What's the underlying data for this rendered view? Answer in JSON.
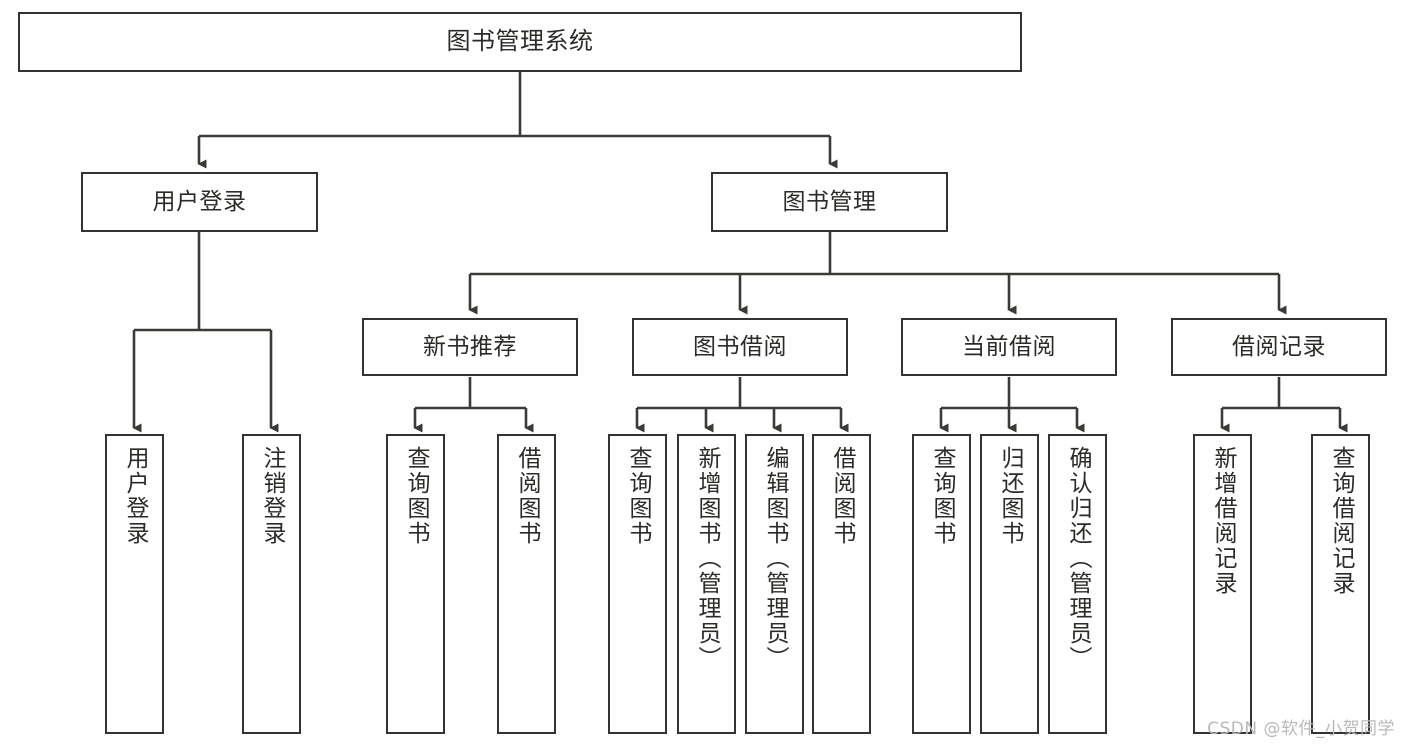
{
  "diagram": {
    "type": "tree-hierarchy-chart",
    "title": "图书管理系统",
    "watermark": "CSDN @软件_小贺同学",
    "colors": {
      "box_border": "#33332f",
      "box_fill": "#ffffff",
      "text": "#2b2b28",
      "connector": "#3a3a37",
      "watermark": "#b9b9b9"
    },
    "nodes": {
      "root": {
        "label": "图书管理系统"
      },
      "level2": [
        {
          "label": "用户登录"
        },
        {
          "label": "图书管理"
        }
      ],
      "level3": [
        {
          "label": "新书推荐"
        },
        {
          "label": "图书借阅"
        },
        {
          "label": "当前借阅"
        },
        {
          "label": "借阅记录"
        }
      ],
      "leaves": {
        "user_login": [
          {
            "label": "用户登录"
          },
          {
            "label": "注销登录"
          }
        ],
        "new_book_recommend": [
          {
            "label": "查询图书"
          },
          {
            "label": "借阅图书"
          }
        ],
        "book_borrow": [
          {
            "label": "查询图书"
          },
          {
            "label": "新增图书（管理员）"
          },
          {
            "label": "编辑图书（管理员）"
          },
          {
            "label": "借阅图书"
          }
        ],
        "current_borrow": [
          {
            "label": "查询图书"
          },
          {
            "label": "归还图书"
          },
          {
            "label": "确认归还（管理员）"
          }
        ],
        "borrow_record": [
          {
            "label": "新增借阅记录"
          },
          {
            "label": "查询借阅记录"
          }
        ]
      }
    }
  }
}
